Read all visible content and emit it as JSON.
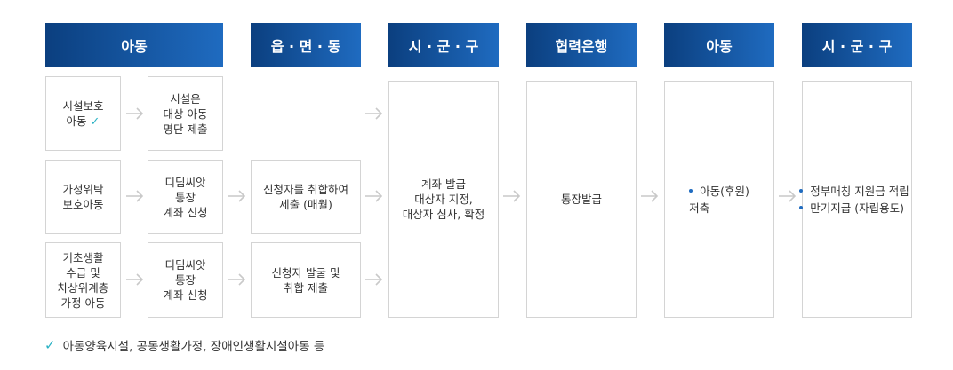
{
  "headers": [
    "아동",
    "읍 · 면 · 동",
    "시 · 군 · 구",
    "협력은행",
    "아동",
    "시 · 군 · 구"
  ],
  "rows": [
    {
      "category": [
        "시설보호",
        "아동"
      ],
      "apply": [
        "시설은",
        "대상 아동",
        "명단 제출"
      ],
      "eup": []
    },
    {
      "category": [
        "가정위탁",
        "보호아동"
      ],
      "apply": [
        "디딤씨앗",
        "통장",
        "계좌 신청"
      ],
      "eup": [
        "신청자를 취합하여",
        "제출 (매월)"
      ]
    },
    {
      "category": [
        "기초생활",
        "수급 및",
        "차상위계층",
        "가정 아동"
      ],
      "apply": [
        "디딤씨앗",
        "통장",
        "계좌 신청"
      ],
      "eup": [
        "신청자 발굴 및",
        "취합 제출"
      ]
    }
  ],
  "sigungu": [
    "계좌 발급",
    "대상자 지정,",
    "대상자 심사, 확정"
  ],
  "bank": [
    "통장발급"
  ],
  "child_bullets": [
    [
      "아동(후원)",
      "저축"
    ]
  ],
  "final_bullets": [
    "정부매칭 지원금 적립",
    "만기지급 (자립용도)"
  ],
  "check_mark": "✓",
  "footnote": "아동양육시설, 공동생활가정, 장애인생활시설아동 등",
  "colors": {
    "header_dark": "#0b3f7f",
    "header_light": "#1f6bc0",
    "check": "#2bb2c4",
    "arrow": "#c9c9c9",
    "border": "#d4d4d4"
  }
}
